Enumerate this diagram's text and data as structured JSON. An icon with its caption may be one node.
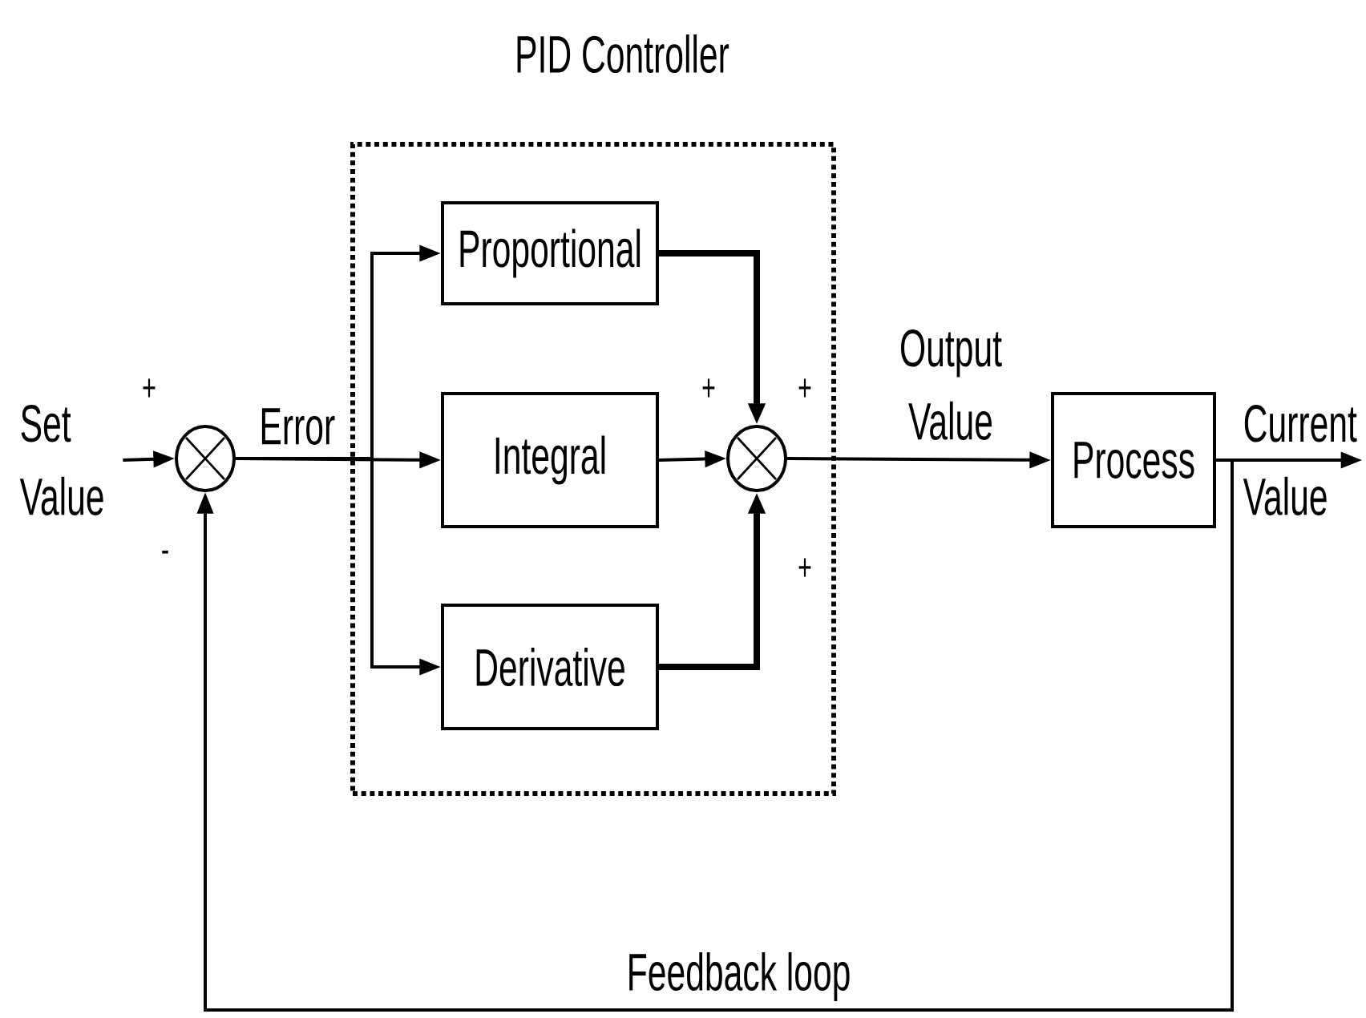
{
  "diagram": {
    "nodes": [
      {
        "text": [
          "PID Controller"
        ]
      },
      {
        "text": [
          "Set Value"
        ]
      },
      {
        "text": [],
        "shape": "circle"
      },
      {
        "text": [
          "Proportional"
        ],
        "in": 0
      },
      {
        "text": [
          "Integral"
        ],
        "in": 0
      },
      {
        "text": [
          "Derivative"
        ],
        "in": 0
      },
      {
        "text": [],
        "shape": "circle",
        "in": 0
      },
      {
        "text": [
          "Process"
        ]
      },
      {
        "text": [
          "Current Value"
        ]
      }
    ],
    "edges": [
      {
        "from": 1,
        "to": 2,
        "arrow": "to"
      },
      {
        "from": 2,
        "to": 3,
        "arrow": "to"
      },
      {
        "from": 2,
        "to": 4,
        "arrow": "to",
        "label": "Error"
      },
      {
        "from": 2,
        "to": 5,
        "arrow": "to"
      },
      {
        "from": 3,
        "to": 6,
        "arrow": "to",
        "style": "thick"
      },
      {
        "from": 4,
        "to": 6,
        "arrow": "to"
      },
      {
        "from": 5,
        "to": 6,
        "arrow": "to",
        "style": "thick"
      },
      {
        "from": 6,
        "to": 7,
        "arrow": "to",
        "label": "Output Value"
      },
      {
        "from": 7,
        "to": 8,
        "arrow": "to"
      },
      {
        "from": 7,
        "to": 2,
        "arrow": "to",
        "label": "Feedback loop"
      }
    ],
    "labels": [
      "+",
      "+",
      "+",
      "-",
      "+"
    ]
  }
}
